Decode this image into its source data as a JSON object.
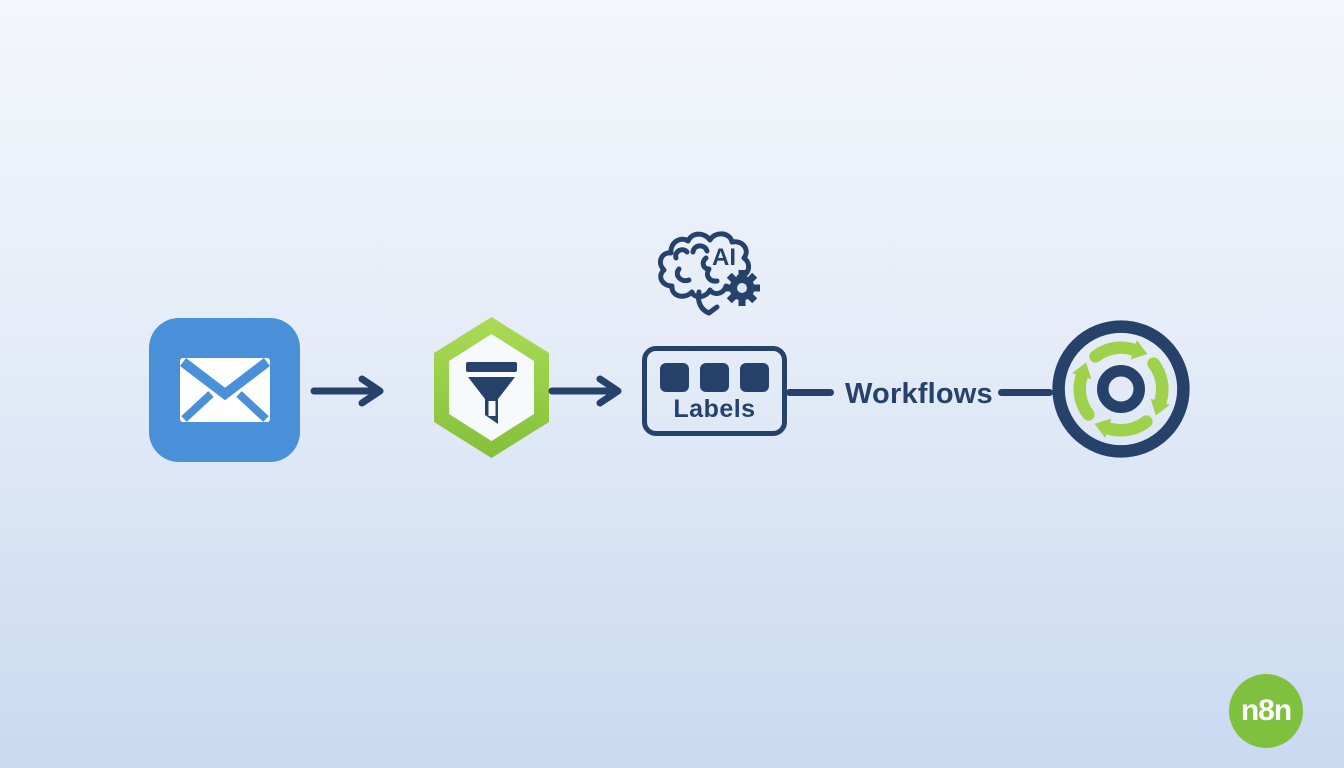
{
  "colors": {
    "background_top": "#f3f7fb",
    "background_bottom": "#c9d9f0",
    "navy": "#26426b",
    "email_blue": "#4a90d9",
    "hex_green_top": "#abdb55",
    "hex_green_bottom": "#84c03c",
    "cycle_arrow_green": "#9fd24c",
    "logo_green": "#7fc13f"
  },
  "diagram": {
    "email_node": {
      "icon": "email-icon"
    },
    "filter_node": {
      "icon": "filter-funnel-icon"
    },
    "ai_badge": {
      "icon": "brain-gear-icon",
      "text": "AI"
    },
    "labels_node": {
      "label": "Labels",
      "tag_count": 3
    },
    "workflows_label": "Workflows",
    "sync_node": {
      "icon": "sync-cycle-icon"
    }
  },
  "branding": {
    "logo_text": "n8n"
  }
}
